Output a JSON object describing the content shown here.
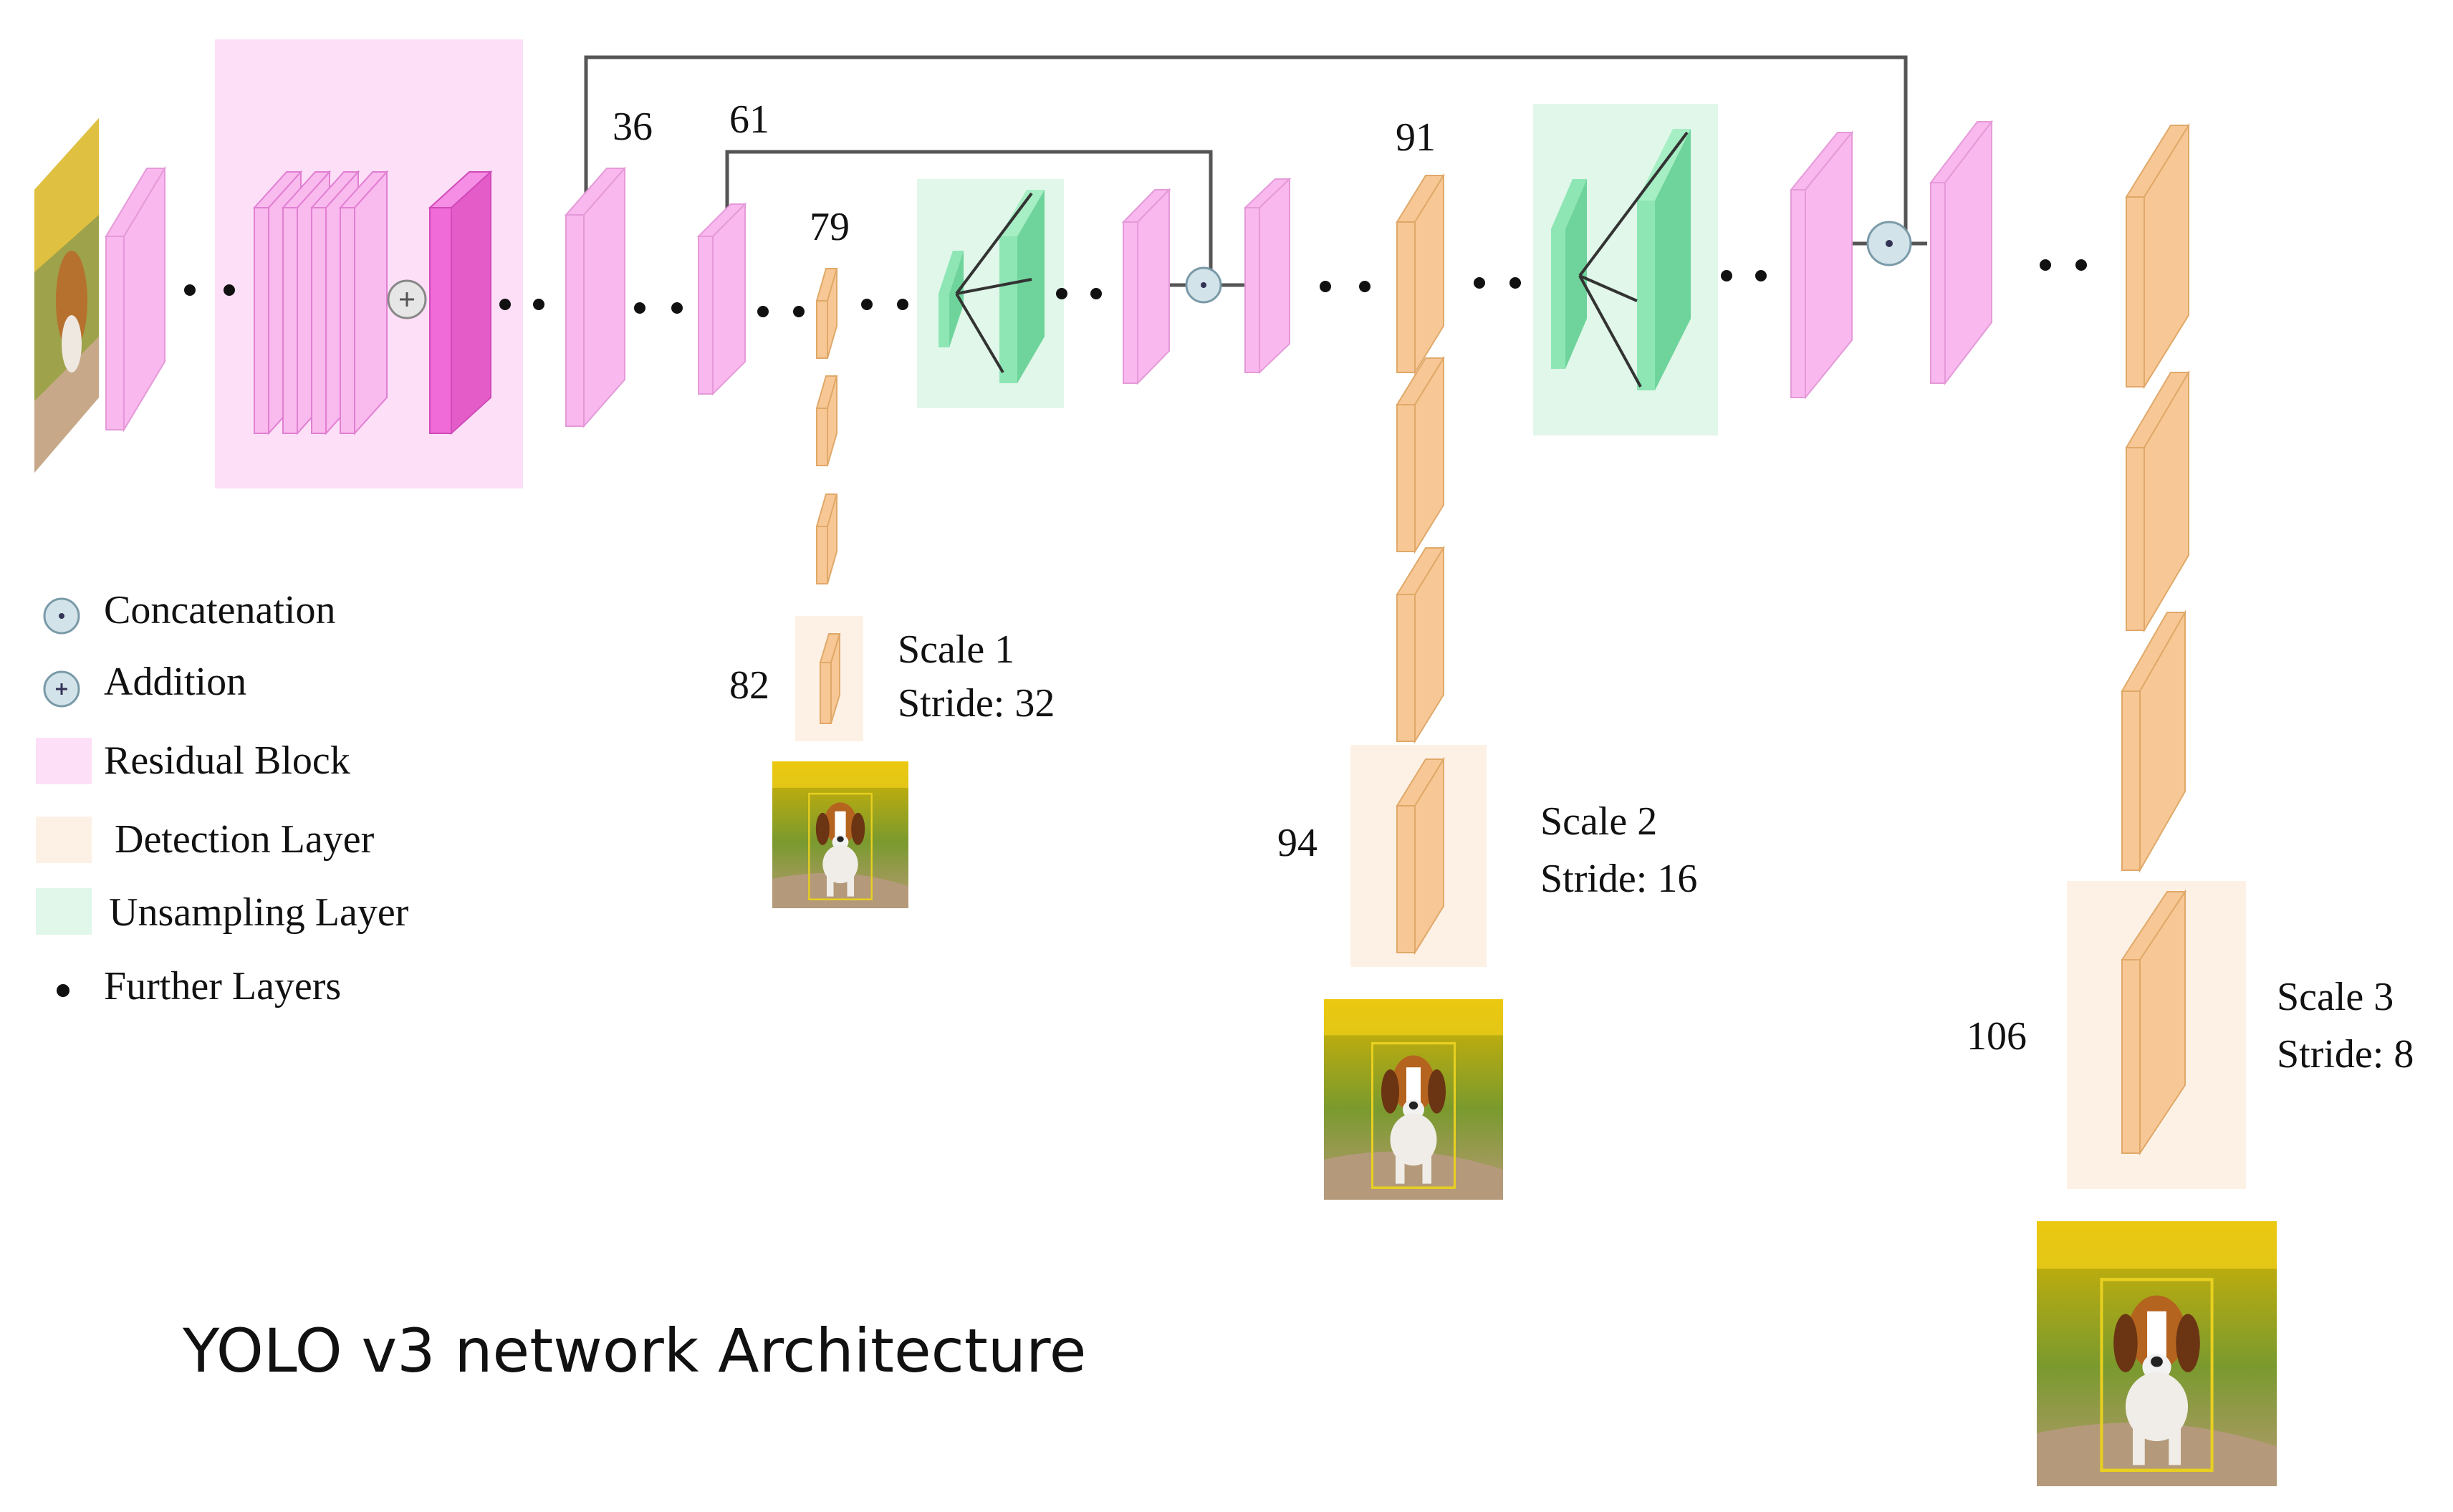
{
  "layer_numbers": {
    "l36": "36",
    "l61": "61",
    "l79": "79",
    "l82": "82",
    "l91": "91",
    "l94": "94",
    "l106": "106"
  },
  "scales": [
    {
      "scale": "Scale 1",
      "stride": "Stride: 32"
    },
    {
      "scale": "Scale 2",
      "stride": "Stride: 16"
    },
    {
      "scale": "Scale 3",
      "stride": "Stride: 8"
    }
  ],
  "legend": {
    "concatenation": "Concatenation",
    "addition": "Addition",
    "residual_block": "Residual Block",
    "detection_layer": "Detection Layer",
    "upsampling_layer": "Unsampling Layer",
    "further_layers": "Further Layers"
  },
  "title": "YOLO v3 network Architecture",
  "colors": {
    "residual_block": "#f9b8ee",
    "residual_block_bg": "#fde0f8",
    "residual_block_dark": "#f06ad8",
    "detection_layer": "#f7c896",
    "detection_layer_bg": "#fdf1e6",
    "upsampling_layer": "#8ee6b4",
    "upsampling_layer_bg": "#e0f7ea",
    "operator_node": "#d3e3ea"
  },
  "icons": [
    "dog-photo-input",
    "dog-photo-scale-1",
    "dog-photo-scale-2",
    "dog-photo-scale-3",
    "concatenation-icon",
    "addition-icon",
    "further-layers-dot-icon"
  ]
}
